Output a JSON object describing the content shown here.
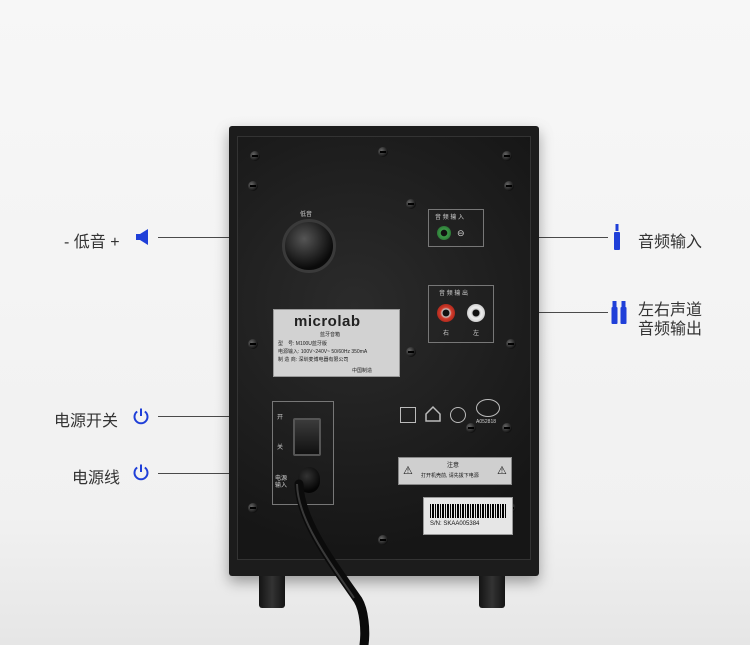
{
  "callouts": {
    "bass": {
      "label": "- 低音 +",
      "icon": "speaker-icon"
    },
    "audio_in": {
      "label": "音频输入",
      "icon": "jack-plug-icon"
    },
    "lr_out_line1": "左右声道",
    "lr_out_line2": "音频输出",
    "lr_out_icon": "rca-plug-icon",
    "power_switch": {
      "label": "电源开关",
      "icon": "power-icon"
    },
    "power_cord": {
      "label": "电源线",
      "icon": "power-icon"
    }
  },
  "device": {
    "bass_label": "低音",
    "brand": "microlab",
    "plate_title": "蓝牙音箱",
    "plate_model": "型　号: M100U蓝牙版",
    "plate_power": "电源输入: 100V~240V~ 50/60Hz 350mA",
    "plate_maker": "制 造 商: 深圳麦博电器有限公司",
    "plate_origin": "中国制造",
    "audio_in_label": "音 频 输 入",
    "audio_out_label": "音 频 输 出",
    "right_label": "右",
    "left_label": "左",
    "switch_on": "开",
    "switch_off": "关",
    "power_in_label": "电源\n输入",
    "cert_code": "A052818",
    "warning_title": "注意",
    "warning_text": "打开机壳前, 请先拔下电源",
    "serial": "S/N: SKAA005384"
  },
  "colors": {
    "accent": "#1f3fd8",
    "cabinet": "#1c1c1c"
  }
}
